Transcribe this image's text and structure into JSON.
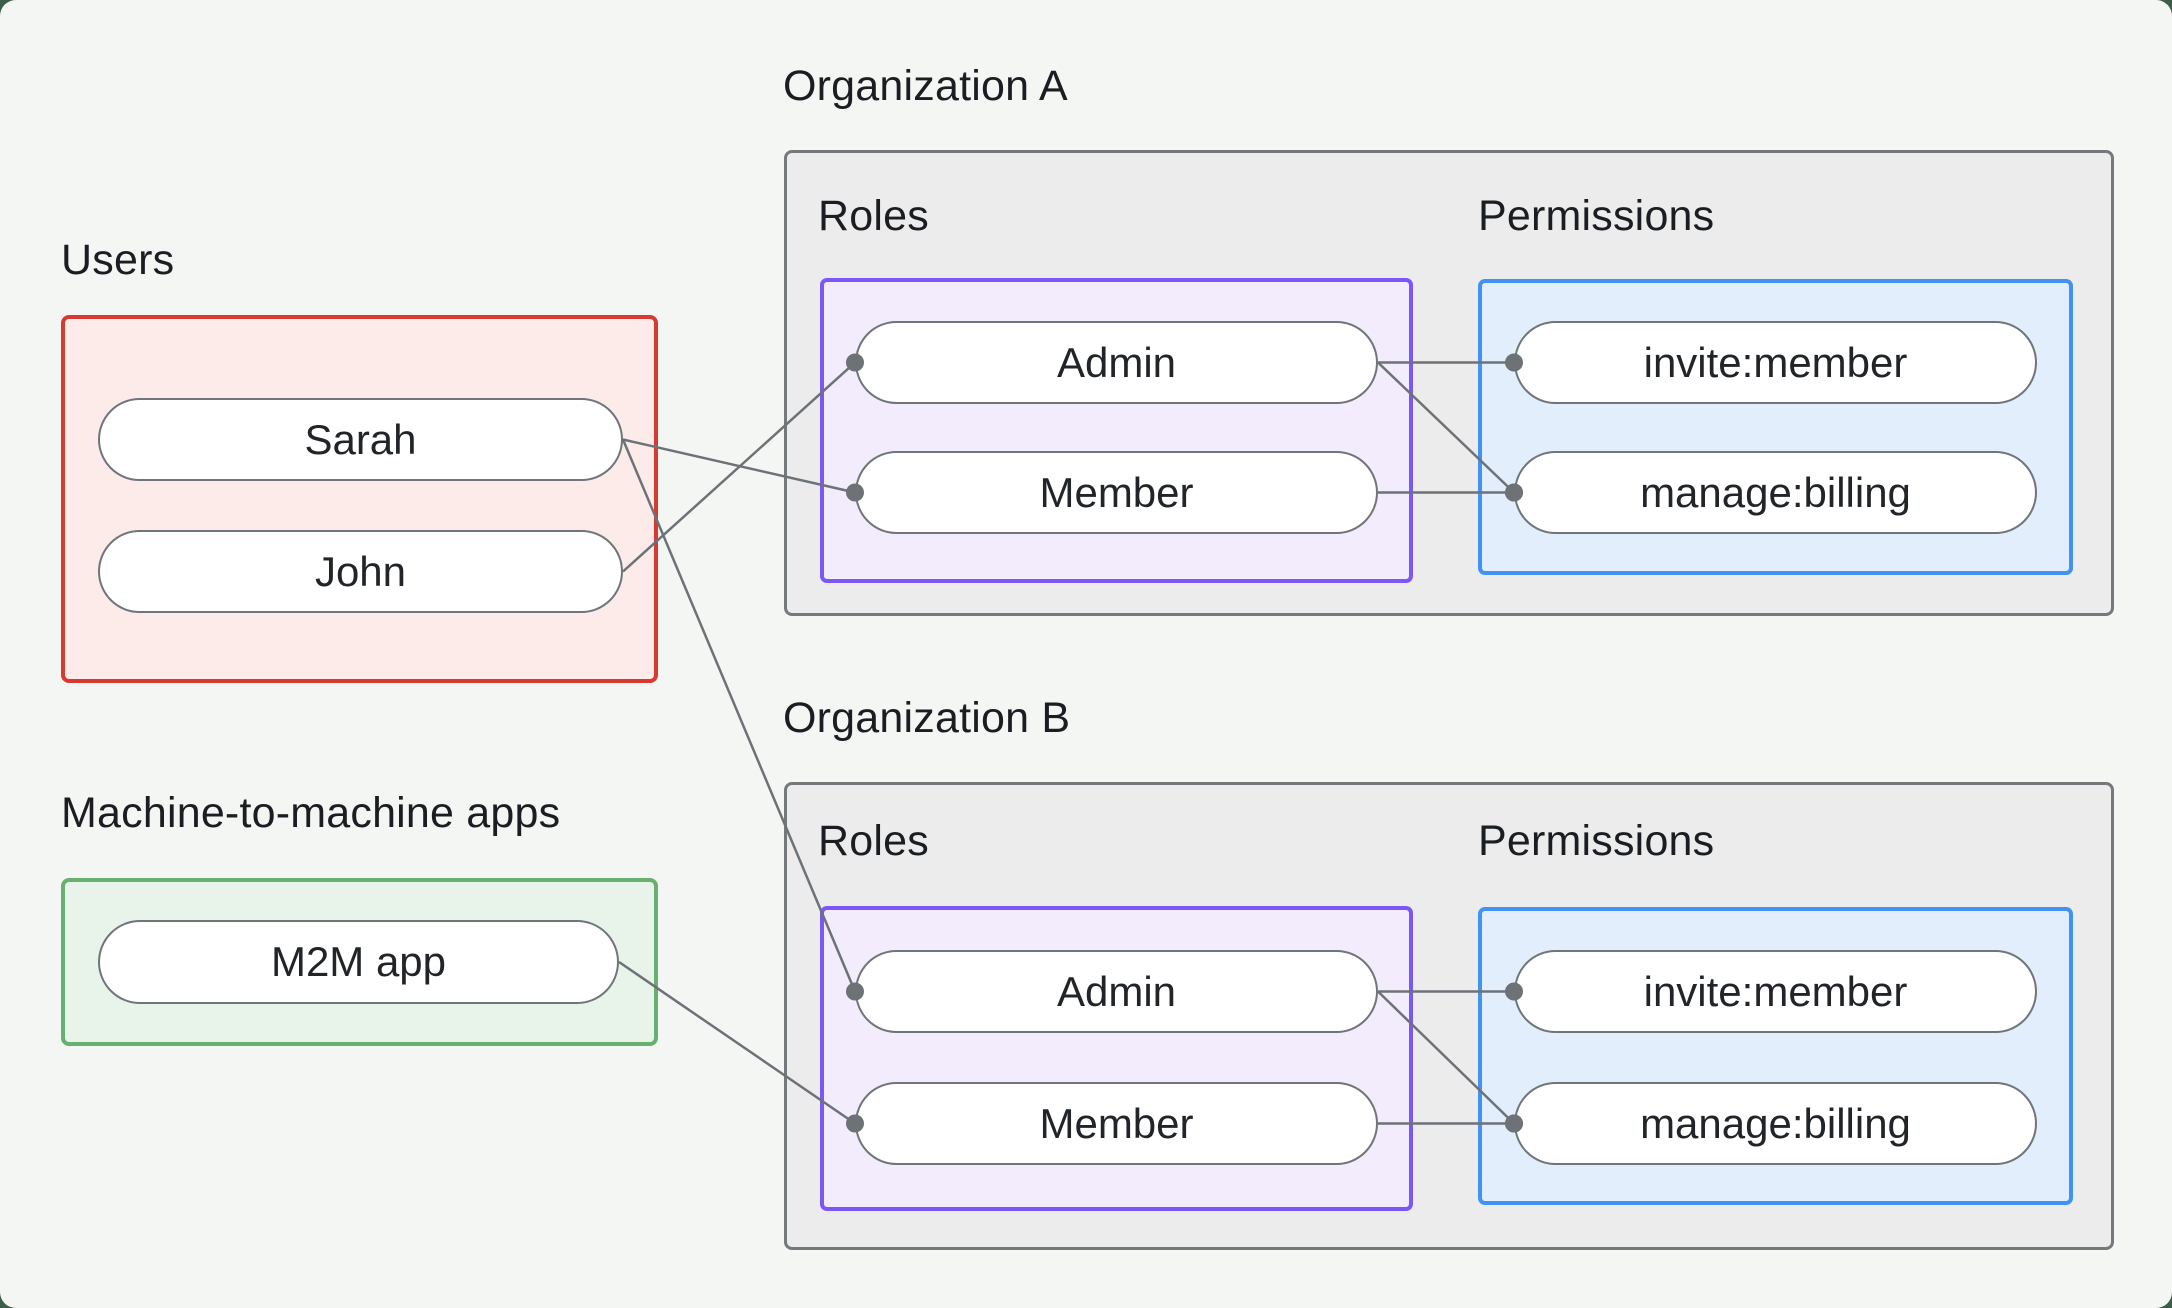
{
  "canvas": {
    "background": "#f4f6f4",
    "outer_background": "#3c5f4a"
  },
  "left": {
    "users_label": "Users",
    "users": [
      {
        "id": "sarah",
        "label": "Sarah"
      },
      {
        "id": "john",
        "label": "John"
      }
    ],
    "m2m_label": "Machine-to-machine apps",
    "m2m_apps": [
      {
        "id": "m2m",
        "label": "M2M app"
      }
    ]
  },
  "orgs": [
    {
      "id": "orgA",
      "title": "Organization A",
      "roles_label": "Roles",
      "permissions_label": "Permissions",
      "roles": [
        {
          "id": "orgA-admin",
          "label": "Admin"
        },
        {
          "id": "orgA-member",
          "label": "Member"
        }
      ],
      "permissions": [
        {
          "id": "orgA-invite",
          "label": "invite:member"
        },
        {
          "id": "orgA-manage",
          "label": "manage:billing"
        }
      ]
    },
    {
      "id": "orgB",
      "title": "Organization B",
      "roles_label": "Roles",
      "permissions_label": "Permissions",
      "roles": [
        {
          "id": "orgB-admin",
          "label": "Admin"
        },
        {
          "id": "orgB-member",
          "label": "Member"
        }
      ],
      "permissions": [
        {
          "id": "orgB-invite",
          "label": "invite:member"
        },
        {
          "id": "orgB-manage",
          "label": "manage:billing"
        }
      ]
    }
  ],
  "connections": [
    {
      "from": "sarah",
      "to": "orgA-member"
    },
    {
      "from": "john",
      "to": "orgA-admin"
    },
    {
      "from": "sarah",
      "to": "orgB-admin"
    },
    {
      "from": "m2m",
      "to": "orgB-member"
    },
    {
      "from": "orgA-admin",
      "to": "orgA-invite"
    },
    {
      "from": "orgA-admin",
      "to": "orgA-manage"
    },
    {
      "from": "orgA-member",
      "to": "orgA-manage"
    },
    {
      "from": "orgB-admin",
      "to": "orgB-invite"
    },
    {
      "from": "orgB-admin",
      "to": "orgB-manage"
    },
    {
      "from": "orgB-member",
      "to": "orgB-manage"
    }
  ],
  "style": {
    "connector_color": "#6d7277",
    "connector_width": 2.5,
    "dot_radius": 9,
    "users_border": "#d83a31",
    "users_fill": "#fcebe9",
    "m2m_border": "#67b06f",
    "m2m_fill": "#e8f3e9",
    "roles_border": "#7b57f6",
    "roles_fill": "#f2ecfc",
    "permissions_border": "#4292f4",
    "permissions_fill": "#e2eefb",
    "org_fill": "#ececed",
    "org_border": "#75797d"
  }
}
